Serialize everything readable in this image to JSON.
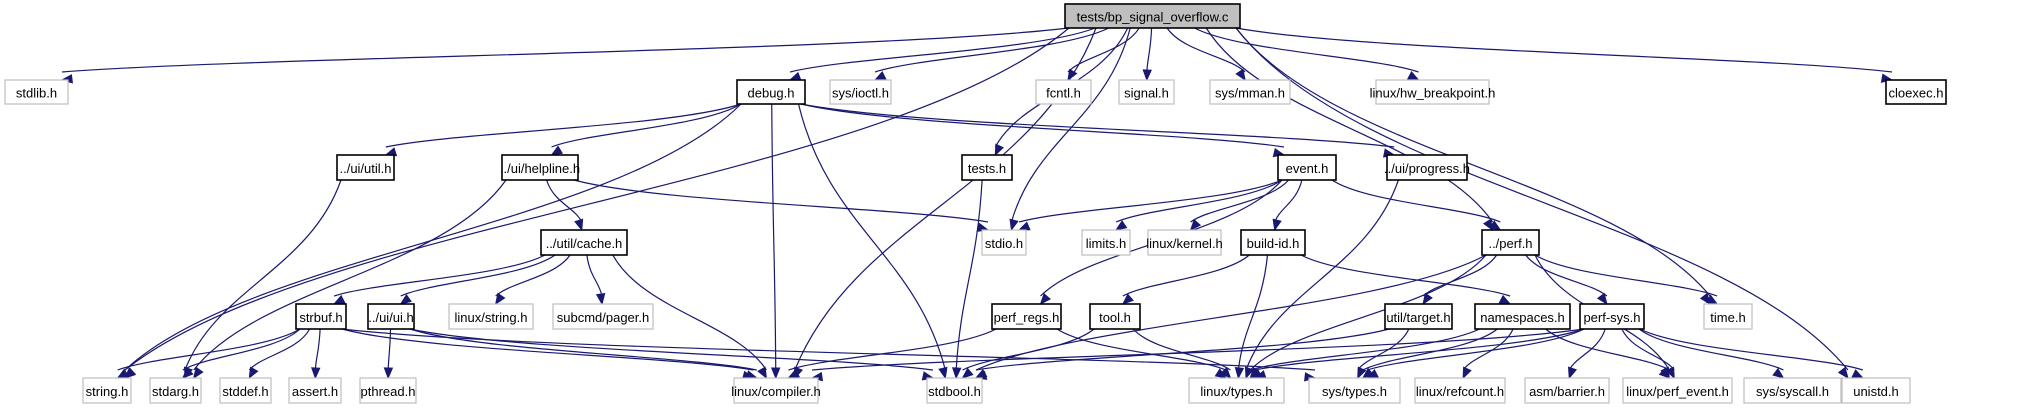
{
  "title": "tests/bp_signal_overflow.c",
  "graph_type": "include dependency graph",
  "colors": {
    "edge": "#191970",
    "local_border": "#000000",
    "system_border": "#bfbfbf",
    "root_fill": "#bfbfbf",
    "background": "#ffffff"
  },
  "nodes": [
    {
      "id": "root",
      "label": "tests/bp_signal_overflow.c",
      "kind": "root"
    },
    {
      "id": "stdlib",
      "label": "stdlib.h",
      "kind": "system"
    },
    {
      "id": "debug",
      "label": "debug.h",
      "kind": "local"
    },
    {
      "id": "sysioctl",
      "label": "sys/ioctl.h",
      "kind": "system"
    },
    {
      "id": "fcntl",
      "label": "fcntl.h",
      "kind": "system"
    },
    {
      "id": "signal",
      "label": "signal.h",
      "kind": "system"
    },
    {
      "id": "sysmman",
      "label": "sys/mman.h",
      "kind": "system"
    },
    {
      "id": "hwbp",
      "label": "linux/hw_breakpoint.h",
      "kind": "system"
    },
    {
      "id": "cloexec",
      "label": "cloexec.h",
      "kind": "local"
    },
    {
      "id": "uiutil",
      "label": "../ui/util.h",
      "kind": "local"
    },
    {
      "id": "helpline",
      "label": "../ui/helpline.h",
      "kind": "local"
    },
    {
      "id": "testsh",
      "label": "tests.h",
      "kind": "local"
    },
    {
      "id": "event",
      "label": "event.h",
      "kind": "local"
    },
    {
      "id": "progress",
      "label": "../ui/progress.h",
      "kind": "local"
    },
    {
      "id": "cache",
      "label": "../util/cache.h",
      "kind": "local"
    },
    {
      "id": "stdio",
      "label": "stdio.h",
      "kind": "system"
    },
    {
      "id": "limits",
      "label": "limits.h",
      "kind": "system"
    },
    {
      "id": "lkernel",
      "label": "linux/kernel.h",
      "kind": "system"
    },
    {
      "id": "buildid",
      "label": "build-id.h",
      "kind": "local"
    },
    {
      "id": "perf",
      "label": "../perf.h",
      "kind": "local"
    },
    {
      "id": "strbuf",
      "label": "strbuf.h",
      "kind": "local"
    },
    {
      "id": "uiui",
      "label": "../ui/ui.h",
      "kind": "local"
    },
    {
      "id": "lstring",
      "label": "linux/string.h",
      "kind": "system"
    },
    {
      "id": "pager",
      "label": "subcmd/pager.h",
      "kind": "system"
    },
    {
      "id": "perfregs",
      "label": "perf_regs.h",
      "kind": "local"
    },
    {
      "id": "tool",
      "label": "tool.h",
      "kind": "local"
    },
    {
      "id": "target",
      "label": "util/target.h",
      "kind": "local"
    },
    {
      "id": "namespaces",
      "label": "namespaces.h",
      "kind": "local"
    },
    {
      "id": "perfsys",
      "label": "perf-sys.h",
      "kind": "local"
    },
    {
      "id": "time",
      "label": "time.h",
      "kind": "system"
    },
    {
      "id": "string",
      "label": "string.h",
      "kind": "system"
    },
    {
      "id": "stdarg",
      "label": "stdarg.h",
      "kind": "system"
    },
    {
      "id": "stddef",
      "label": "stddef.h",
      "kind": "system"
    },
    {
      "id": "assert",
      "label": "assert.h",
      "kind": "system"
    },
    {
      "id": "pthread",
      "label": "pthread.h",
      "kind": "system"
    },
    {
      "id": "lcompiler",
      "label": "linux/compiler.h",
      "kind": "system"
    },
    {
      "id": "stdbool",
      "label": "stdbool.h",
      "kind": "system"
    },
    {
      "id": "ltypes",
      "label": "linux/types.h",
      "kind": "system"
    },
    {
      "id": "systypes",
      "label": "sys/types.h",
      "kind": "system"
    },
    {
      "id": "lrefcount",
      "label": "linux/refcount.h",
      "kind": "system"
    },
    {
      "id": "asmbarrier",
      "label": "asm/barrier.h",
      "kind": "system"
    },
    {
      "id": "lperfevent",
      "label": "linux/perf_event.h",
      "kind": "system"
    },
    {
      "id": "syssyscall",
      "label": "sys/syscall.h",
      "kind": "system"
    },
    {
      "id": "unistd",
      "label": "unistd.h",
      "kind": "system"
    }
  ],
  "edges": [
    [
      "root",
      "stdlib"
    ],
    [
      "root",
      "string"
    ],
    [
      "root",
      "debug"
    ],
    [
      "root",
      "sysioctl"
    ],
    [
      "root",
      "lcompiler"
    ],
    [
      "root",
      "fcntl"
    ],
    [
      "root",
      "signal"
    ],
    [
      "root",
      "sysmman"
    ],
    [
      "root",
      "testsh"
    ],
    [
      "root",
      "stdio"
    ],
    [
      "root",
      "hwbp"
    ],
    [
      "root",
      "perf"
    ],
    [
      "root",
      "time"
    ],
    [
      "root",
      "unistd"
    ],
    [
      "root",
      "cloexec"
    ],
    [
      "debug",
      "string"
    ],
    [
      "debug",
      "uiutil"
    ],
    [
      "debug",
      "helpline"
    ],
    [
      "debug",
      "lcompiler"
    ],
    [
      "debug",
      "stdbool"
    ],
    [
      "debug",
      "event"
    ],
    [
      "debug",
      "progress"
    ],
    [
      "uiutil",
      "stdarg"
    ],
    [
      "helpline",
      "stdarg"
    ],
    [
      "helpline",
      "cache"
    ],
    [
      "helpline",
      "stdio"
    ],
    [
      "testsh",
      "stdbool"
    ],
    [
      "event",
      "stdio"
    ],
    [
      "event",
      "limits"
    ],
    [
      "event",
      "lkernel"
    ],
    [
      "event",
      "buildid"
    ],
    [
      "event",
      "perf"
    ],
    [
      "event",
      "perfregs"
    ],
    [
      "progress",
      "ltypes"
    ],
    [
      "cache",
      "strbuf"
    ],
    [
      "cache",
      "uiui"
    ],
    [
      "cache",
      "lstring"
    ],
    [
      "cache",
      "pager"
    ],
    [
      "cache",
      "lcompiler"
    ],
    [
      "buildid",
      "tool"
    ],
    [
      "buildid",
      "ltypes"
    ],
    [
      "buildid",
      "namespaces"
    ],
    [
      "perf",
      "ltypes"
    ],
    [
      "perf",
      "stdbool"
    ],
    [
      "perf",
      "target"
    ],
    [
      "perf",
      "perfsys"
    ],
    [
      "perf",
      "time"
    ],
    [
      "perf",
      "lperfevent"
    ],
    [
      "strbuf",
      "string"
    ],
    [
      "strbuf",
      "stdarg"
    ],
    [
      "strbuf",
      "stddef"
    ],
    [
      "strbuf",
      "assert"
    ],
    [
      "strbuf",
      "lcompiler"
    ],
    [
      "strbuf",
      "systypes"
    ],
    [
      "uiui",
      "pthread"
    ],
    [
      "uiui",
      "lcompiler"
    ],
    [
      "uiui",
      "stdbool"
    ],
    [
      "perfregs",
      "lcompiler"
    ],
    [
      "perfregs",
      "ltypes"
    ],
    [
      "tool",
      "stdbool"
    ],
    [
      "tool",
      "ltypes"
    ],
    [
      "target",
      "stdbool"
    ],
    [
      "target",
      "systypes"
    ],
    [
      "namespaces",
      "ltypes"
    ],
    [
      "namespaces",
      "systypes"
    ],
    [
      "namespaces",
      "lrefcount"
    ],
    [
      "namespaces",
      "lperfevent"
    ],
    [
      "perfsys",
      "lcompiler"
    ],
    [
      "perfsys",
      "ltypes"
    ],
    [
      "perfsys",
      "systypes"
    ],
    [
      "perfsys",
      "asmbarrier"
    ],
    [
      "perfsys",
      "lperfevent"
    ],
    [
      "perfsys",
      "syssyscall"
    ],
    [
      "perfsys",
      "unistd"
    ]
  ]
}
